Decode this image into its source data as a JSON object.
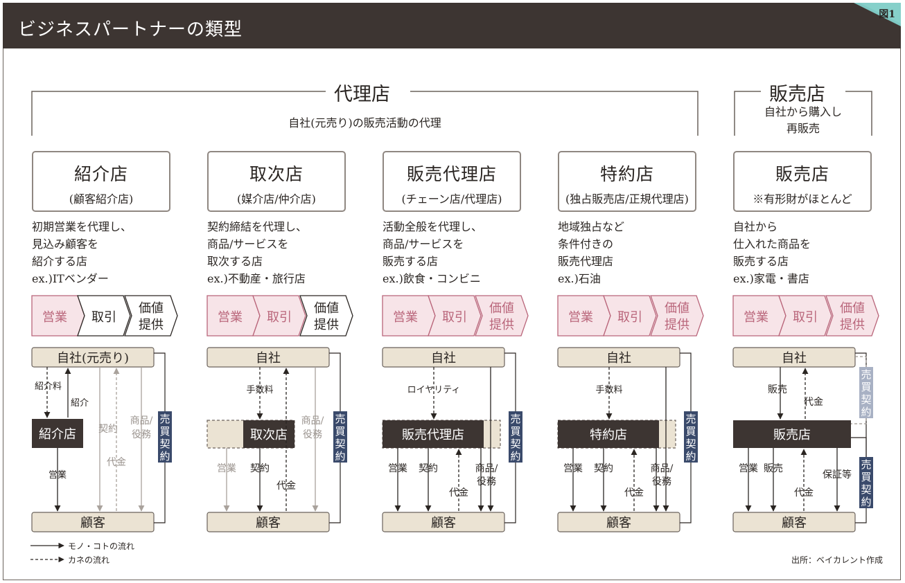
{
  "header": {
    "title": "ビジネスパートナーの類型",
    "figure_label": "図1"
  },
  "groups": {
    "agency": {
      "title": "代理店",
      "subtitle": "自社(元売り)の販売活動の代理"
    },
    "reseller": {
      "title": "販売店",
      "subtitle_line1": "自社から購入し",
      "subtitle_line2": "再販売"
    }
  },
  "columns": [
    {
      "name": "紹介店",
      "subname": "(顧客紹介店)",
      "desc": [
        "初期営業を代理し、",
        "見込み顧客を",
        "紹介する店",
        "ex.)ITベンダー"
      ],
      "steps": [
        "営業",
        "取引",
        "価値提供"
      ],
      "steps_active": [
        true,
        false,
        false
      ],
      "top": "自社(元売り)",
      "mid": "紹介店",
      "bottom": "顧客",
      "contract": "売買契約",
      "labels": {
        "fee": "紹介料",
        "intro": "紹介",
        "eigyo": "営業",
        "keiyaku": "契約",
        "daikin": "代金",
        "goods": "商品/役務"
      }
    },
    {
      "name": "取次店",
      "subname": "(媒介店/仲介店)",
      "desc": [
        "契約締結を代理し、",
        "商品/サービスを",
        "取次する店",
        "ex.)不動産・旅行店"
      ],
      "steps": [
        "営業",
        "取引",
        "価値提供"
      ],
      "steps_active": [
        true,
        true,
        false
      ],
      "top": "自社",
      "mid": "取次店",
      "bottom": "顧客",
      "contract": "売買契約",
      "labels": {
        "fee": "手数料",
        "eigyo": "営業",
        "keiyaku": "契約",
        "daikin": "代金",
        "goods": "商品/役務"
      }
    },
    {
      "name": "販売代理店",
      "subname": "(チェーン店/代理店)",
      "desc": [
        "活動全般を代理し、",
        "商品/サービスを",
        "販売する店",
        "ex.)飲食・コンビニ"
      ],
      "steps": [
        "営業",
        "取引",
        "価値提供"
      ],
      "steps_active": [
        true,
        true,
        true
      ],
      "top": "自社",
      "mid": "販売代理店",
      "bottom": "顧客",
      "contract": "売買契約",
      "labels": {
        "fee": "ロイヤリティ",
        "eigyo": "営業",
        "keiyaku": "契約",
        "daikin": "代金",
        "goods": "商品/役務"
      }
    },
    {
      "name": "特約店",
      "subname": "(独占販売店/正規代理店)",
      "desc": [
        "地域独占など",
        "条件付きの",
        "販売代理店",
        "ex.)石油"
      ],
      "steps": [
        "営業",
        "取引",
        "価値提供"
      ],
      "steps_active": [
        true,
        true,
        true
      ],
      "top": "自社",
      "mid": "特約店",
      "bottom": "顧客",
      "contract": "売買契約",
      "labels": {
        "fee": "手数料",
        "eigyo": "営業",
        "keiyaku": "契約",
        "daikin": "代金",
        "goods": "商品/役務"
      }
    },
    {
      "name": "販売店",
      "subname": "※有形財がほとんど",
      "desc": [
        "自社から",
        "仕入れた商品を",
        "販売する店",
        "ex.)家電・書店"
      ],
      "steps": [
        "営業",
        "取引",
        "価値提供"
      ],
      "steps_active": [
        true,
        true,
        true
      ],
      "top": "自社",
      "mid": "販売店",
      "bottom": "顧客",
      "contract": "売買契約",
      "contract2": "売買契約",
      "labels": {
        "hanbai_down": "販売",
        "daikin_up": "代金",
        "eigyo": "営業",
        "hanbai": "販売",
        "daikin": "代金",
        "hosho": "保証等"
      }
    }
  ],
  "legend": {
    "solid": "モノ・コトの流れ",
    "dashed": "カネの流れ"
  },
  "source": "出所：ベイカレント作成",
  "colors": {
    "header": "#3d3532",
    "beige": "#ebe3d3",
    "pink": "#f7e4e8",
    "pink_border": "#b9657a",
    "dark_box": "#3d3532",
    "navy": "#3a4a6b",
    "gray": "#9a938e"
  }
}
